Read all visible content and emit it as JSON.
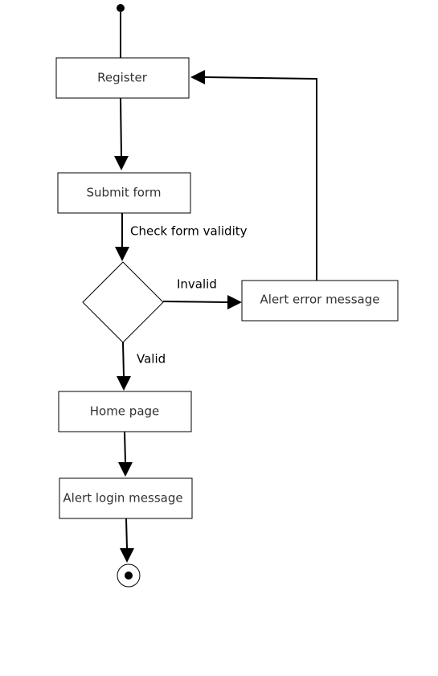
{
  "nodes": {
    "register": "Register",
    "submit_form": "Submit form",
    "alert_error": "Alert error message",
    "home_page": "Home page",
    "alert_login": "Alert login message"
  },
  "edges": {
    "check_validity": "Check form validity",
    "invalid": "Invalid",
    "valid": "Valid"
  }
}
